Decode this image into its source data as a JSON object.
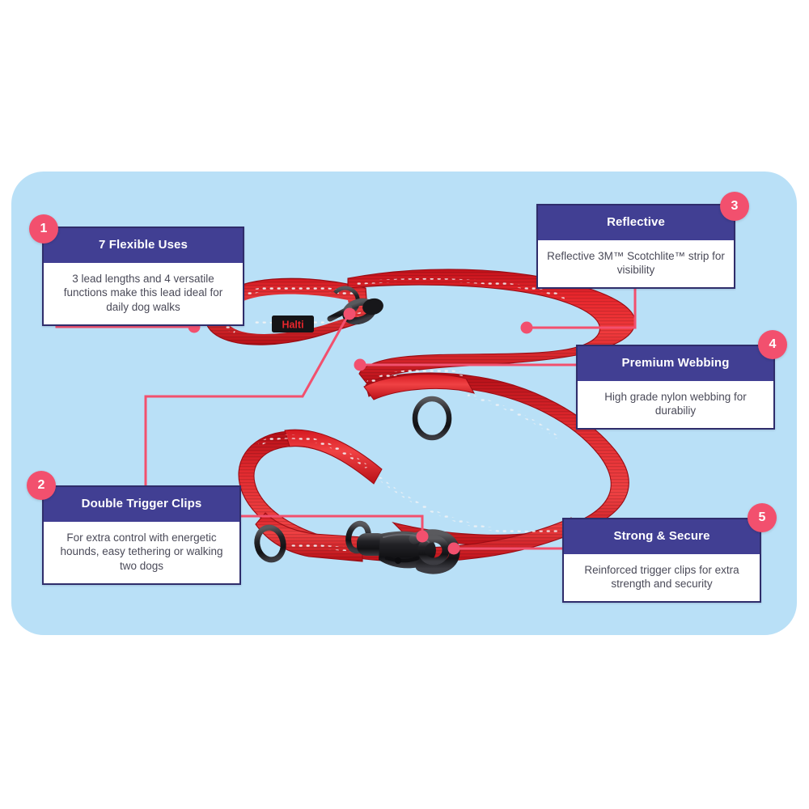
{
  "panel": {
    "background_color": "#b9e0f7",
    "page_background": "#ffffff"
  },
  "theme": {
    "header_purple": "#413f93",
    "border_purple": "#2f2d6b",
    "badge_pink": "#f2506e",
    "connector_pink": "#f2506e",
    "body_text": "#4a4a58",
    "product_red": "#e01b22"
  },
  "product": {
    "brand_label": "Halti",
    "description": "Red Halti double-ended training lead with reflective stripe, black trigger clips and O-rings"
  },
  "cards": [
    {
      "number": "1",
      "title": "7 Flexible Uses",
      "body": "3 lead lengths and 4 versatile functions make this lead ideal for daily dog walks"
    },
    {
      "number": "2",
      "title": "Double Trigger Clips",
      "body": "For extra control with energetic hounds, easy tethering or walking two dogs"
    },
    {
      "number": "3",
      "title": "Reflective",
      "body": "Reflective 3M™ Scotchlite™ strip for visibility"
    },
    {
      "number": "4",
      "title": "Premium Webbing",
      "body": "High grade nylon webbing for durabiliy"
    },
    {
      "number": "5",
      "title": "Strong & Secure",
      "body": "Reinforced trigger clips for extra strength and security"
    }
  ]
}
